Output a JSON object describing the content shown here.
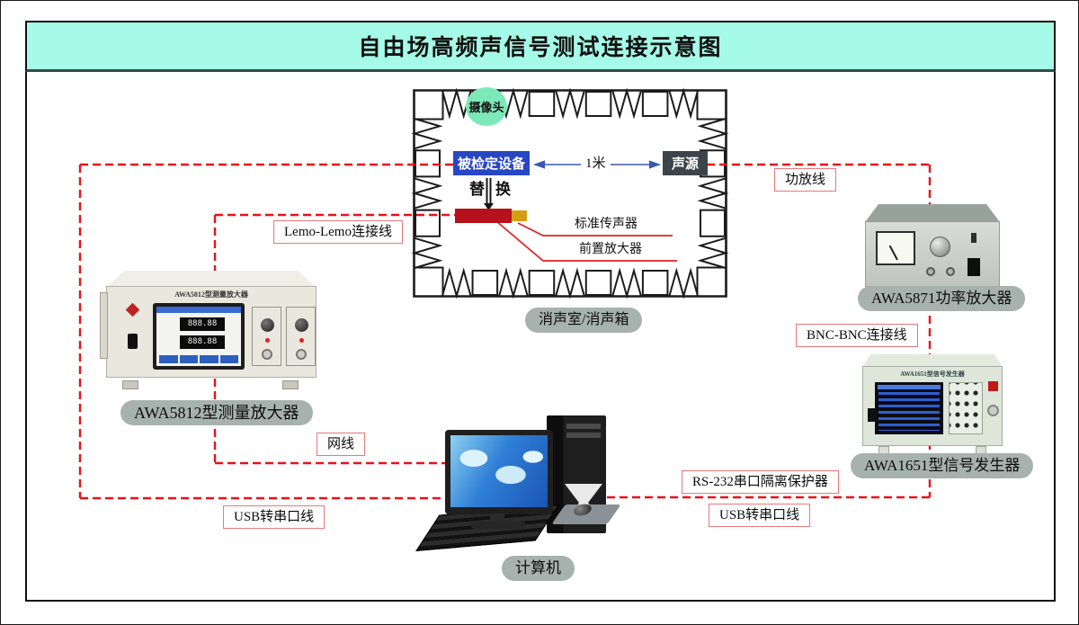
{
  "title": "自由场高频声信号测试连接示意图",
  "chamber": {
    "caption": "消声室/消声箱",
    "camera": "摄像头",
    "device_under_test": "被检定设备",
    "sound_source": "声源",
    "distance": "1米",
    "swap_left": "替",
    "swap_right": "换",
    "standard_microphone": "标准传声器",
    "preamplifier": "前置放大器"
  },
  "instruments": {
    "measuring_amplifier": {
      "caption": "AWA5812型测量放大器",
      "panel_title": "AWA5812型测量放大器",
      "display1": "888.88",
      "display2": "888.88"
    },
    "power_amplifier": {
      "caption": "AWA5871功率放大器"
    },
    "signal_generator": {
      "caption": "AWA1651型信号发生器",
      "panel_title": "AWA1651型信号发生器"
    },
    "computer": {
      "caption": "计算机"
    }
  },
  "cables": {
    "power_amp_line": "功放线",
    "lemo_lemo": "Lemo-Lemo连接线",
    "bnc_bnc": "BNC-BNC连接线",
    "network": "网线",
    "rs232_isolator": "RS-232串口隔离保护器",
    "usb_serial_left": "USB转串口线",
    "usb_serial_right": "USB转串口线"
  },
  "colors": {
    "title_bg": "#a5fbe7",
    "cable_red": "#e8111a",
    "label_border": "#e87878",
    "camera_green": "#7ceab8",
    "device_blue": "#2847c5",
    "source_gray": "#3d4449",
    "mic_red": "#b5121b",
    "mic_gold": "#d2a017",
    "pill_gray": "#a7b2ae",
    "arrow_blue": "#3a57b5"
  }
}
